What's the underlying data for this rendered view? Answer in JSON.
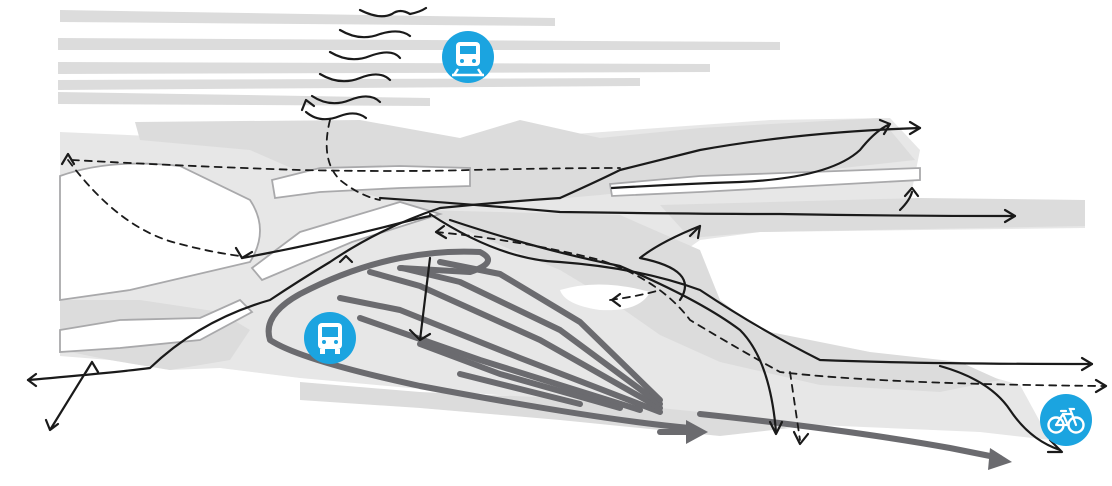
{
  "diagram": {
    "colors": {
      "background": "#ffffff",
      "ground": "#dcdcdc",
      "ground_light": "#e7e7e7",
      "road_edge": "#a9a9ab",
      "ink": "#1a1a1a",
      "bus_route": "#6b6b6f",
      "icon_fill": "#1ba4e0",
      "icon_glyph": "#ffffff"
    },
    "icons": {
      "train": "train-icon",
      "bus": "bus-icon",
      "bicycle": "bicycle-icon"
    },
    "line_styles": {
      "solid": "pedestrian-path",
      "dashed": "secondary-path",
      "thick_grey": "bus-route"
    }
  }
}
